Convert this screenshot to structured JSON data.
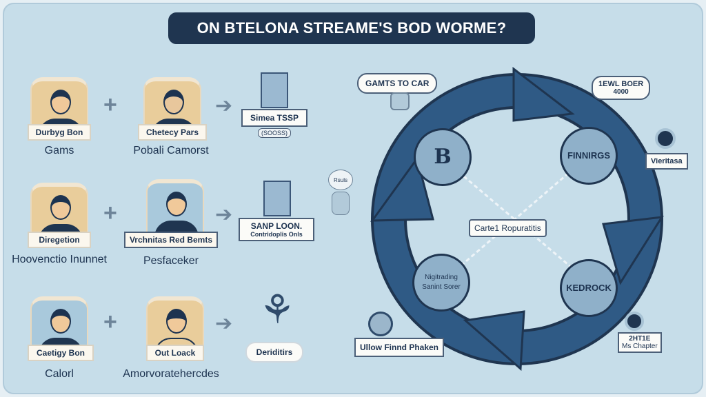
{
  "title": "ON BTELONA STREAME'S BOD WORME?",
  "rows": [
    {
      "p1_label": "Durbyg Bon",
      "p1_caption": "Gams",
      "p2_label": "Chetecy Pars",
      "p2_caption": "Pobali Camorst",
      "result_label": "Simea TSSP",
      "result_sub": "(SOOSS)"
    },
    {
      "p1_label": "Diregetion",
      "p1_caption": "Hoovenctio Inunnet",
      "p2_label": "Vrchnitas Red Bemts",
      "p2_caption": "Pesfaceker",
      "result_label": "SANP LOON.",
      "result_sub": "Contridoplis Onls"
    },
    {
      "p1_label": "Caetigy Bon",
      "p1_caption": "Calorl",
      "p2_label": "Out Loack",
      "p2_caption": "Amorvoratehercdes",
      "result_label": "Deriditirs",
      "result_sub": ""
    }
  ],
  "cycle": {
    "center_label": "Carte1 Ropuratitis",
    "nodes": [
      "B",
      "FINNIRGS",
      "Nigitrading Sanint Sorer",
      "KEDROCK"
    ],
    "callouts": {
      "top_left": "GAMTS TO CAR",
      "top_right_title": "1EWL BOER",
      "top_right_value": "4000",
      "right": "Vieritasa",
      "left_bulb": "Rsuls",
      "bottom_left": "Ullow Finnd Phaken",
      "bottom_right_title": "2HT1E",
      "bottom_right_sub": "Ms Chapter"
    }
  },
  "colors": {
    "background": "#c6dde9",
    "navy": "#1f3550",
    "ring": "#2f5a85"
  }
}
